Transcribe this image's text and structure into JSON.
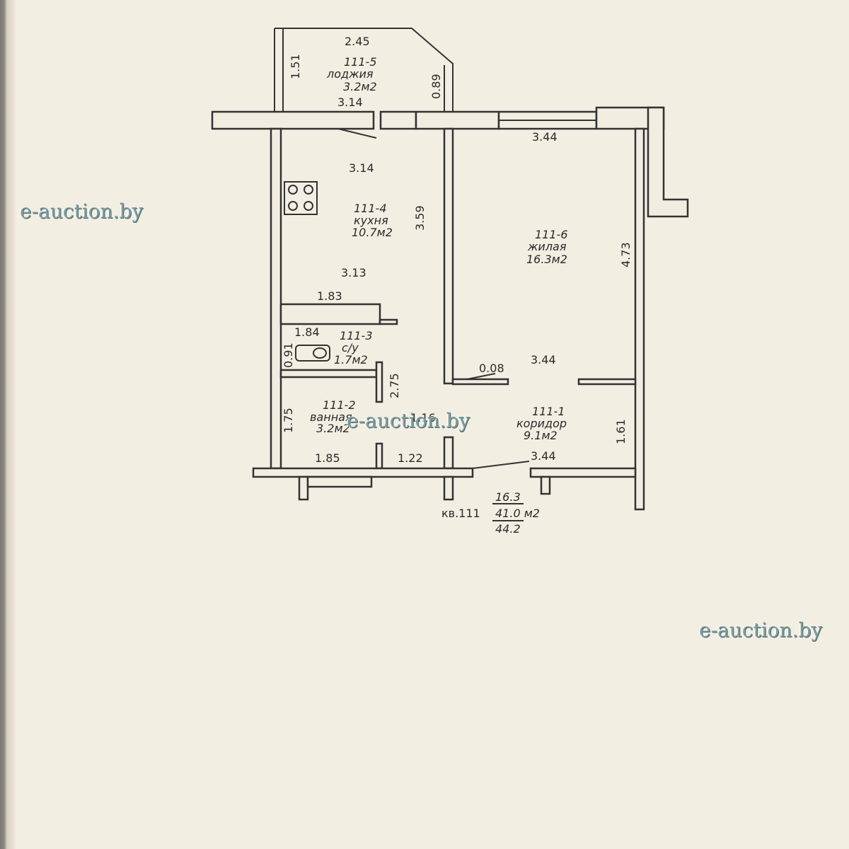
{
  "watermark": "e-auction.by",
  "rooms": {
    "loggia": {
      "id": "111-5",
      "name": "лоджия",
      "area": "3.2м2"
    },
    "kitchen": {
      "id": "111-4",
      "name": "кухня",
      "area": "10.7м2"
    },
    "living": {
      "id": "111-6",
      "name": "жилая",
      "area": "16.3м2"
    },
    "wc": {
      "id": "111-3",
      "name": "с/у",
      "area": "1.7м2"
    },
    "bath": {
      "id": "111-2",
      "name": "ванная",
      "area": "3.2м2"
    },
    "corridor": {
      "id": "111-1",
      "name": "коридор",
      "area": "9.1м2"
    }
  },
  "dimensions": {
    "loggia_top": "2.45",
    "loggia_left": "1.51",
    "loggia_right": "0.89",
    "loggia_bottom": "3.14",
    "kitchen_top": "3.14",
    "kitchen_right": "3.59",
    "kitchen_bottom": "3.13",
    "living_top": "3.44",
    "living_right": "4.73",
    "living_bottom": "3.44",
    "partition_stub": "0.08",
    "cabinet": "1.83",
    "wc_top": "1.84",
    "wc_left": "0.91",
    "bath_right": "2.75",
    "bath_left": "1.75",
    "bath_bottom": "1.85",
    "door_16": "1.16",
    "hall_bottom": "1.22",
    "corridor_right": "1.61",
    "corridor_bottom": "3.44"
  },
  "summary": {
    "apartment": "кв.111",
    "living_area": "16.3",
    "total_area": "41.0 м2",
    "total_with_loggia": "44.2"
  }
}
